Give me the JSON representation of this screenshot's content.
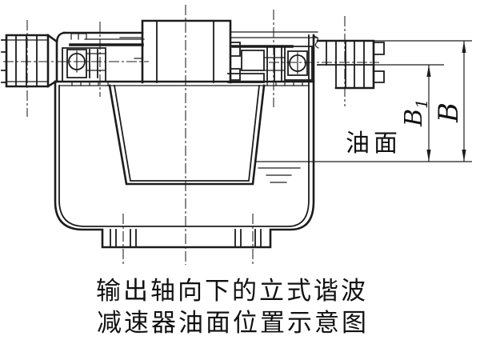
{
  "figure": {
    "type": "engineering-section-drawing",
    "labels": {
      "oil_surface": "油面",
      "dim_b": "B",
      "dim_b1_main": "B",
      "dim_b1_sub": "1"
    },
    "caption": {
      "line1": "输出轴向下的立式谐波",
      "line2": "减速器油面位置示意图"
    },
    "colors": {
      "ink": "#1c1c1c",
      "paper": "#ffffff"
    }
  }
}
